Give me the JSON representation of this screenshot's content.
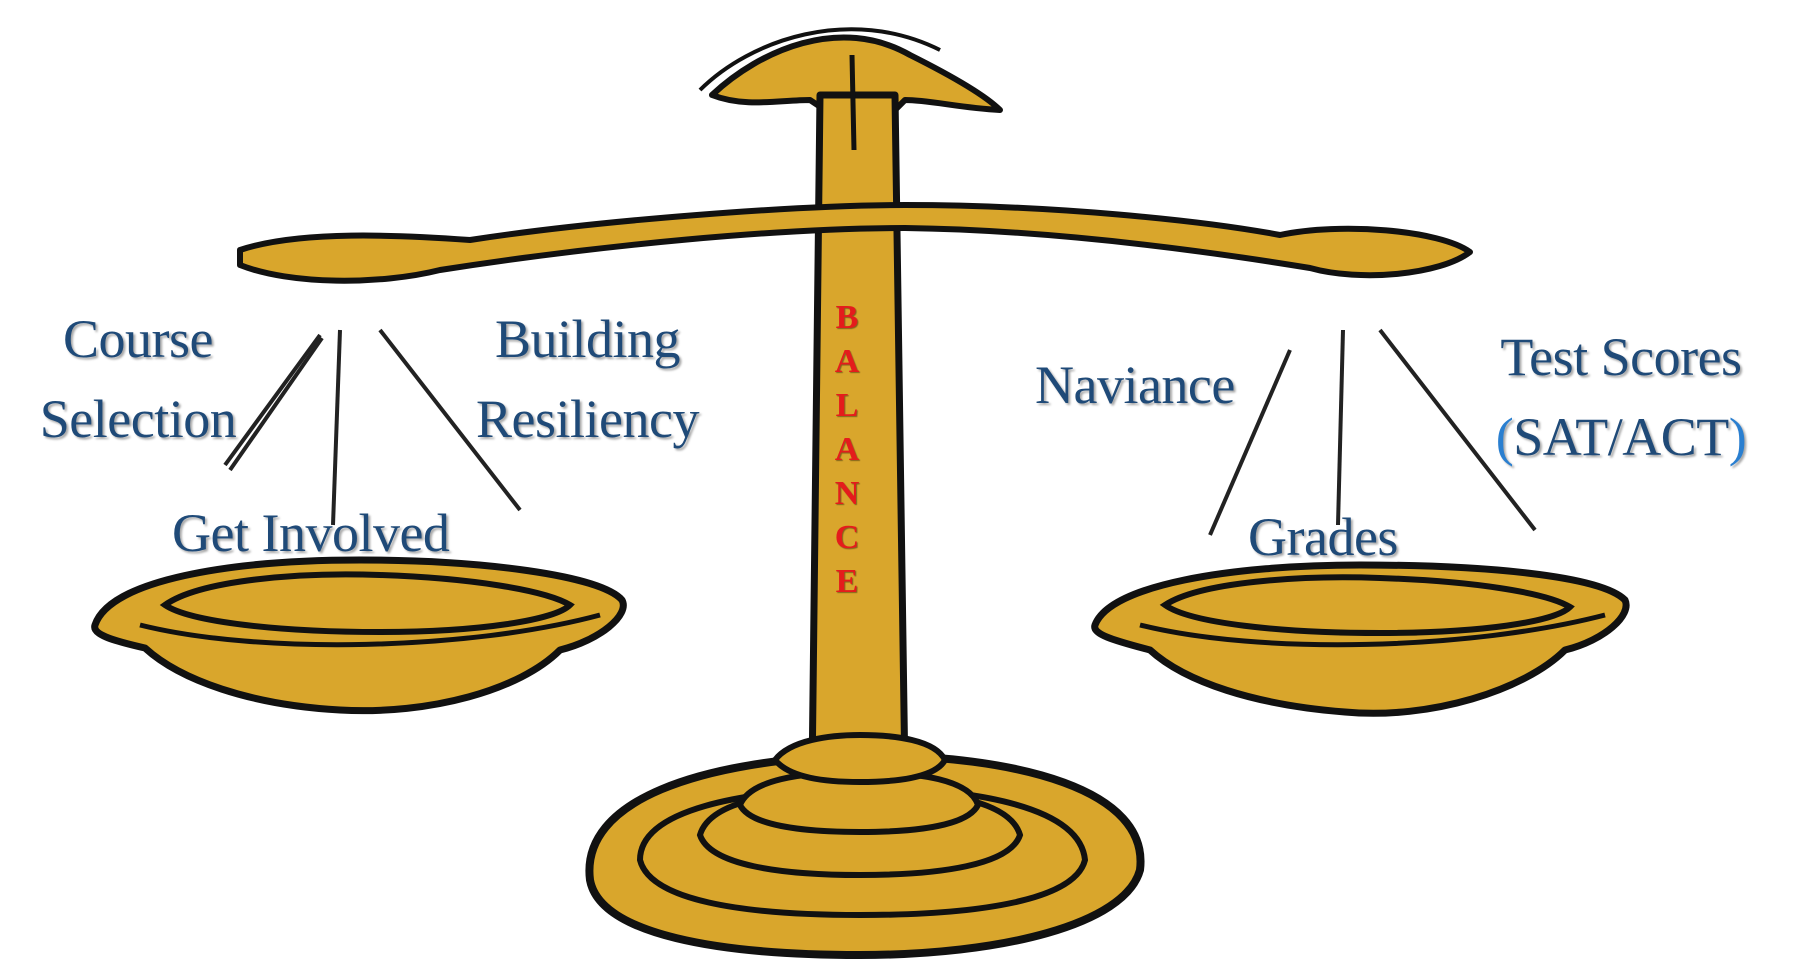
{
  "colors": {
    "gold": "#d9a62c",
    "outline": "#111111",
    "label_text": "#1f4a78",
    "balance_text": "#e41c1c",
    "background": "#ffffff"
  },
  "center_word": "BALANCE",
  "left_pan": {
    "labels": {
      "course_selection_line1": "Course",
      "course_selection_line2": "Selection",
      "building_resiliency_line1": "Building",
      "building_resiliency_line2": "Resiliency",
      "get_involved": "Get Involved"
    }
  },
  "right_pan": {
    "labels": {
      "naviance": "Naviance",
      "test_scores_line1": "Test Scores",
      "test_scores_open": "(",
      "test_scores_inner": "SAT/ACT",
      "test_scores_close": ")",
      "grades": "Grades"
    }
  },
  "icons": {
    "scale": "balance-scale-icon"
  }
}
